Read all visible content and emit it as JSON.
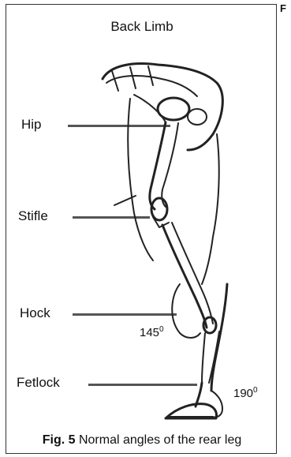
{
  "figure": {
    "overflow_mark": "F",
    "title": "Back Limb",
    "joints": [
      {
        "label": "Hip"
      },
      {
        "label": "Stifle"
      },
      {
        "label": "Hock",
        "angle_value": "145",
        "angle_unit": "0"
      },
      {
        "label": "Fetlock",
        "angle_value": "190",
        "angle_unit": "0"
      }
    ],
    "caption": {
      "prefix": "Fig. 5",
      "text": "Normal angles of the rear leg"
    }
  }
}
